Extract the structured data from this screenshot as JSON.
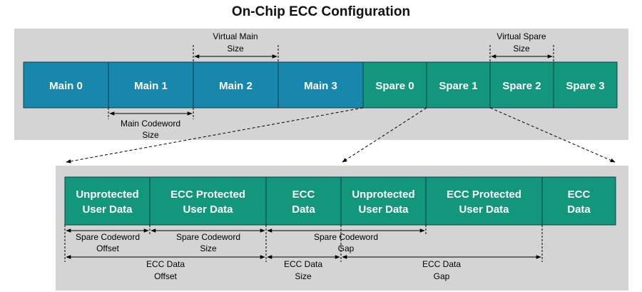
{
  "title": "On-Chip ECC Configuration",
  "colors": {
    "main_block": "#1787ad",
    "spare_block": "#12967c",
    "panel_bg": "#d4d4d4",
    "block_border": "#0f3d48"
  },
  "top_row": {
    "main": [
      "Main 0",
      "Main 1",
      "Main 2",
      "Main 3"
    ],
    "spare": [
      "Spare 0",
      "Spare 1",
      "Spare 2",
      "Spare 3"
    ]
  },
  "top_labels": {
    "virtual_main_size": [
      "Virtual Main",
      "Size"
    ],
    "virtual_spare_size": [
      "Virtual Spare",
      "Size"
    ],
    "main_codeword_size": [
      "Main Codeword",
      "Size"
    ]
  },
  "bottom_row": {
    "blocks": [
      [
        "Unprotected",
        "User Data"
      ],
      [
        "ECC Protected",
        "User Data"
      ],
      [
        "ECC",
        "Data"
      ],
      [
        "Unprotected",
        "User Data"
      ],
      [
        "ECC Protected",
        "User Data"
      ],
      [
        "ECC",
        "Data"
      ]
    ]
  },
  "bottom_labels": {
    "spare_codeword_offset": [
      "Spare Codeword",
      "Offset"
    ],
    "spare_codeword_size": [
      "Spare Codeword",
      "Size"
    ],
    "spare_codeword_gap": [
      "Spare Codeword",
      "Gap"
    ],
    "ecc_data_offset": [
      "ECC Data",
      "Offset"
    ],
    "ecc_data_size": [
      "ECC Data",
      "Size"
    ],
    "ecc_data_gap": [
      "ECC Data",
      "Gap"
    ]
  }
}
